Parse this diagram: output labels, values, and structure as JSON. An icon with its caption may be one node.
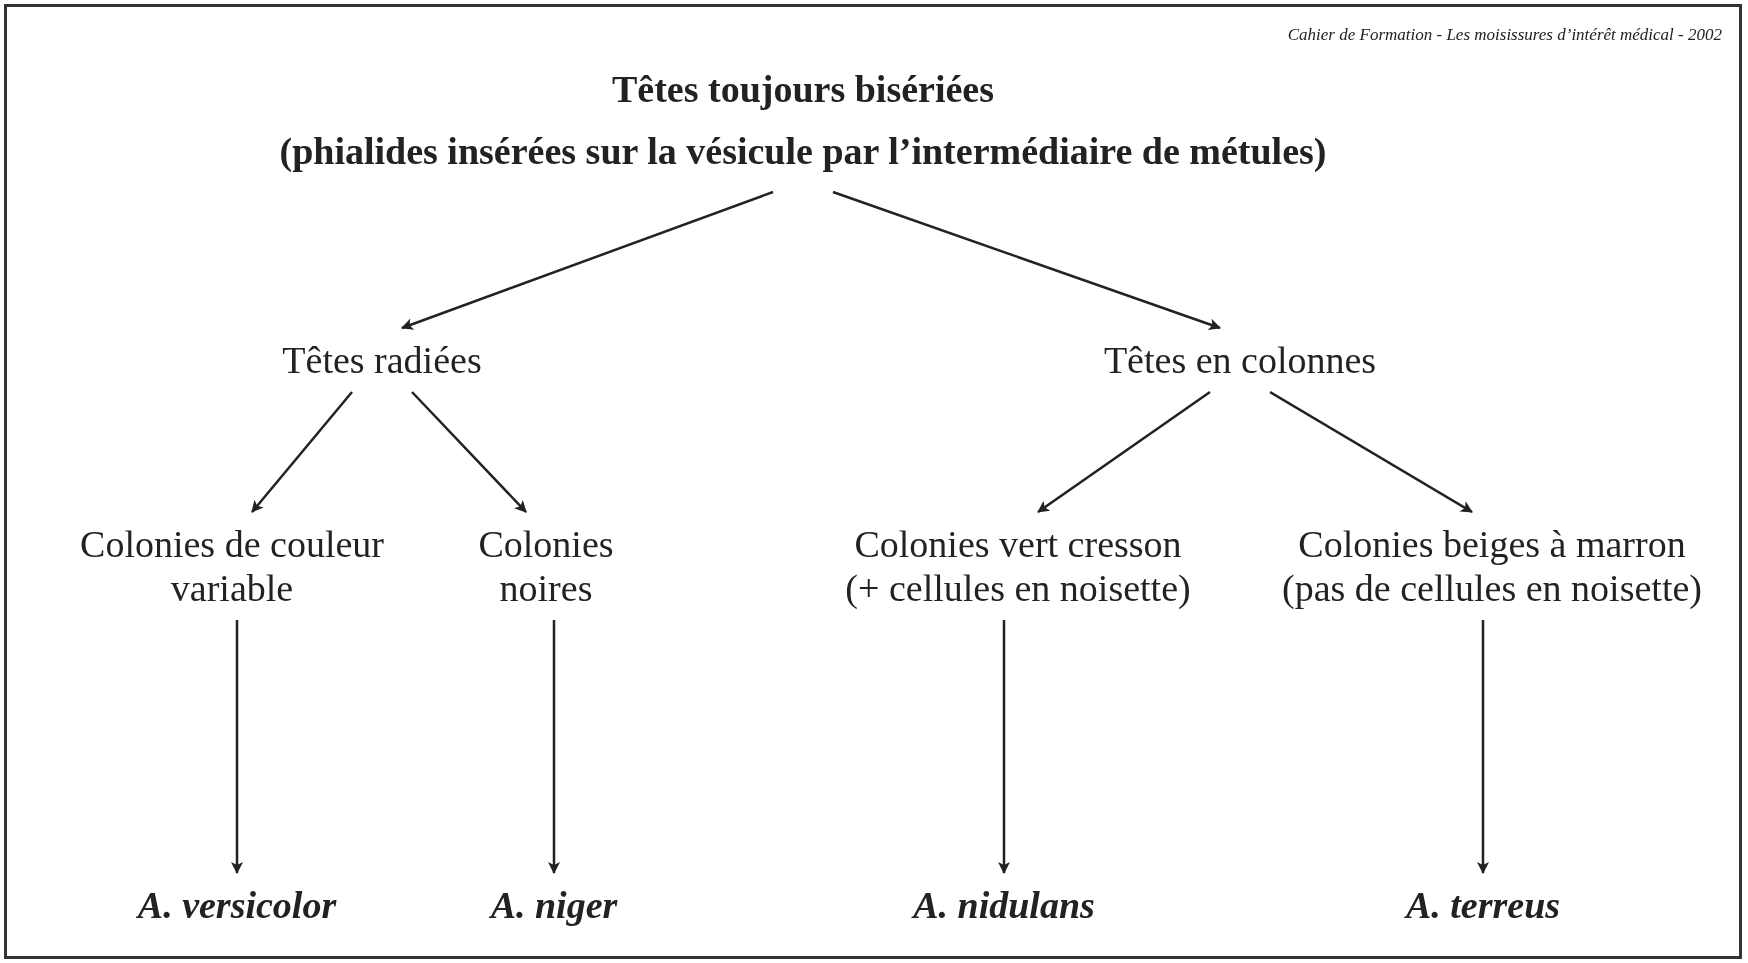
{
  "diagram": {
    "nodes": [
      {
        "text": [
          "Têtes toujours bisériées",
          "(phialides insérées sur la vésicule par l’intermédiaire de métules)"
        ]
      },
      {
        "text": [
          "Têtes radiées"
        ]
      },
      {
        "text": [
          "Têtes en colonnes"
        ]
      },
      {
        "text": [
          "Colonies de couleur variable"
        ]
      },
      {
        "text": [
          "Colonies noires"
        ]
      },
      {
        "text": [
          "Colonies vert cresson",
          "(+ cellules en noisette)"
        ]
      },
      {
        "text": [
          "Colonies beiges à marron",
          "(pas de cellules en noisette)"
        ]
      },
      {
        "text": [
          "A. versicolor"
        ]
      },
      {
        "text": [
          "A. niger"
        ]
      },
      {
        "text": [
          "A. nidulans"
        ]
      },
      {
        "text": [
          "A. terreus"
        ]
      }
    ],
    "edges": [
      {
        "from": 0,
        "to": 1,
        "arrow": "to"
      },
      {
        "from": 0,
        "to": 2,
        "arrow": "to"
      },
      {
        "from": 1,
        "to": 3,
        "arrow": "to"
      },
      {
        "from": 1,
        "to": 4,
        "arrow": "to"
      },
      {
        "from": 2,
        "to": 5,
        "arrow": "to"
      },
      {
        "from": 2,
        "to": 6,
        "arrow": "to"
      },
      {
        "from": 3,
        "to": 7,
        "arrow": "to"
      },
      {
        "from": 4,
        "to": 8,
        "arrow": "to"
      },
      {
        "from": 5,
        "to": 9,
        "arrow": "to"
      },
      {
        "from": 6,
        "to": 10,
        "arrow": "to"
      }
    ],
    "labels": [
      "Cahier de Formation - Les moisissures d’intérêt médical - 2002"
    ]
  }
}
